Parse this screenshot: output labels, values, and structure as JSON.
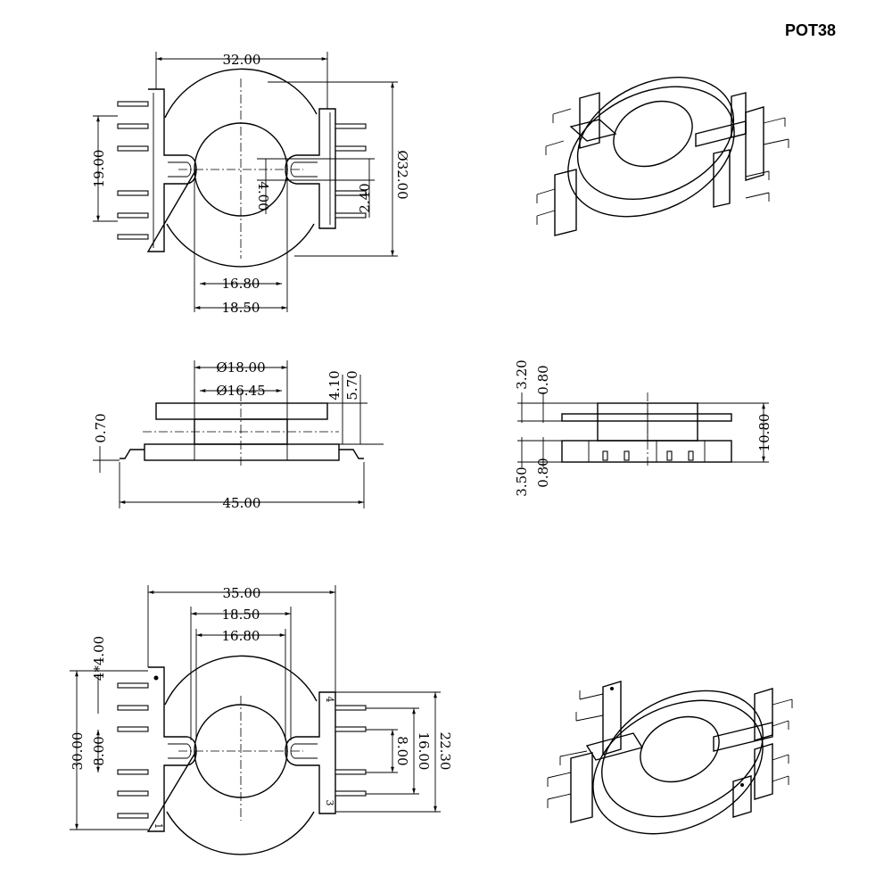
{
  "title": "POT38",
  "views": {
    "top": {
      "dims": [
        "32.00",
        "19.00",
        "Ø32.00",
        "4.00",
        "2.40",
        "16.80",
        "18.50"
      ]
    },
    "side": {
      "dims": [
        "Ø18.00",
        "Ø16.45",
        "4.10",
        "5.70",
        "0.70",
        "45.00"
      ]
    },
    "end": {
      "dims": [
        "3.20",
        "0.80",
        "10.80",
        "3.50",
        "0.80"
      ]
    },
    "bottom": {
      "dims": [
        "35.00",
        "18.50",
        "16.80",
        "4*4.00",
        "30.00",
        "8.00",
        "8.00",
        "16.00",
        "22.30"
      ],
      "pin_marks": [
        "4",
        "3",
        "1"
      ]
    }
  }
}
